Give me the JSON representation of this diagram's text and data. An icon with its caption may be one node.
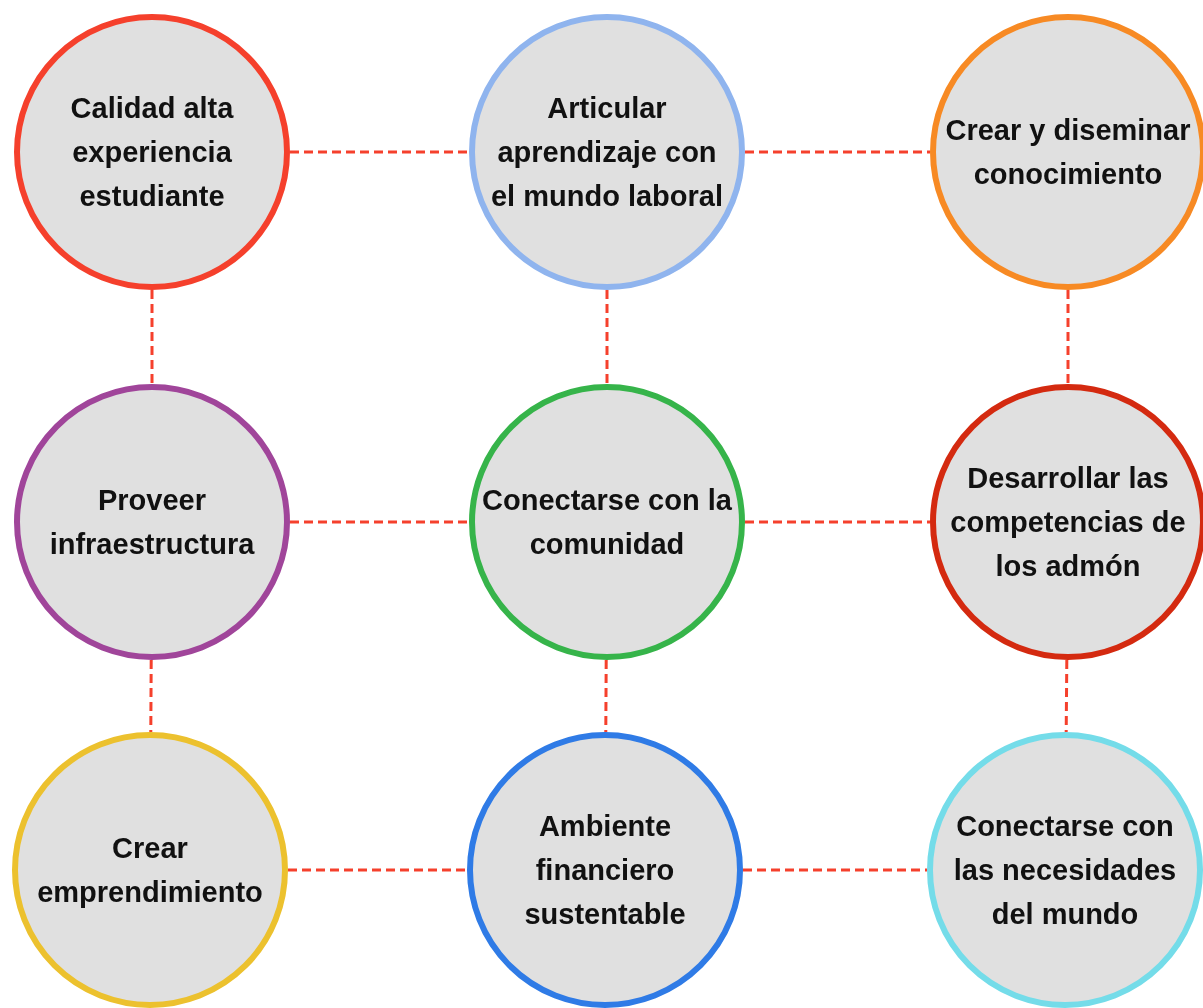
{
  "diagram": {
    "nodes": [
      {
        "text": [
          "Calidad alta experiencia estudiante"
        ]
      },
      {
        "text": [
          "Articular aprendizaje con el mundo laboral"
        ]
      },
      {
        "text": [
          "Crear y diseminar conocimiento"
        ]
      },
      {
        "text": [
          "Proveer infraestructura"
        ]
      },
      {
        "text": [
          "Conectarse con la comunidad"
        ]
      },
      {
        "text": [
          "Desarrollar las competencias de los admón"
        ]
      },
      {
        "text": [
          "Crear emprendimiento"
        ]
      },
      {
        "text": [
          "Ambiente financiero sustentable"
        ]
      },
      {
        "text": [
          "Conectarse con las necesidades del mundo"
        ]
      }
    ],
    "edges": [
      {
        "from": 0,
        "to": 1,
        "arrow": "none",
        "style": "dashed"
      },
      {
        "from": 1,
        "to": 2,
        "arrow": "none",
        "style": "dashed"
      },
      {
        "from": 0,
        "to": 3,
        "arrow": "none",
        "style": "dashed"
      },
      {
        "from": 1,
        "to": 4,
        "arrow": "none",
        "style": "dashed"
      },
      {
        "from": 2,
        "to": 5,
        "arrow": "none",
        "style": "dashed"
      },
      {
        "from": 3,
        "to": 4,
        "arrow": "none",
        "style": "dashed"
      },
      {
        "from": 4,
        "to": 5,
        "arrow": "none",
        "style": "dashed"
      },
      {
        "from": 3,
        "to": 6,
        "arrow": "none",
        "style": "dashed"
      },
      {
        "from": 4,
        "to": 7,
        "arrow": "none",
        "style": "dashed"
      },
      {
        "from": 5,
        "to": 8,
        "arrow": "none",
        "style": "dashed"
      },
      {
        "from": 6,
        "to": 7,
        "arrow": "none",
        "style": "dashed"
      },
      {
        "from": 7,
        "to": 8,
        "arrow": "none",
        "style": "dashed"
      }
    ]
  }
}
